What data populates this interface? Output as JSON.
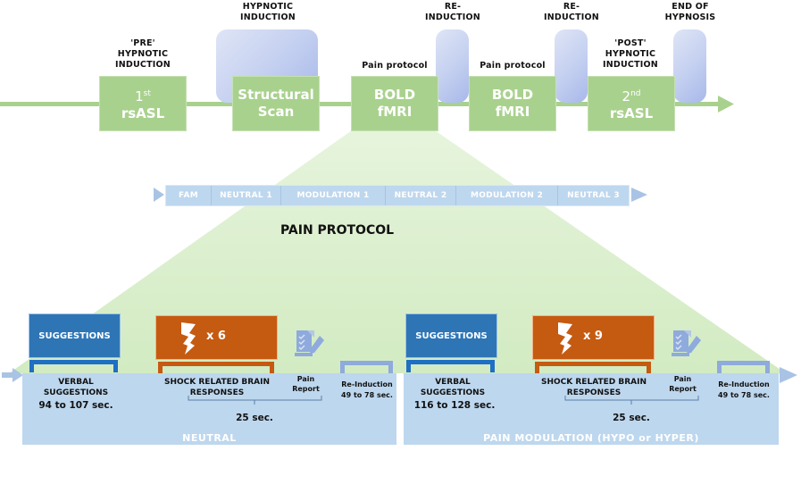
{
  "timeline": {
    "steps": [
      {
        "id": "rsasl1",
        "line1_num": "1",
        "line1_sup": "st",
        "line2": "rsASL",
        "caption": "'PRE'\nHYPNOTIC\nINDUCTION"
      },
      {
        "id": "structural",
        "line1": "Structural",
        "line2": "Scan"
      },
      {
        "id": "bold1",
        "line1": "BOLD",
        "line2": "fMRI",
        "caption": "Pain protocol"
      },
      {
        "id": "bold2",
        "line1": "BOLD",
        "line2": "fMRI",
        "caption": "Pain protocol"
      },
      {
        "id": "rsasl2",
        "line1_num": "2",
        "line1_sup": "nd",
        "line2": "rsASL",
        "caption": "'POST'\nHYPNOTIC\nINDUCTION"
      }
    ],
    "inductions": [
      {
        "id": "hypnotic-induction",
        "caption_l1": "HYPNOTIC",
        "caption_l2": "INDUCTION"
      },
      {
        "id": "re-induction-1",
        "caption_l1": "RE-",
        "caption_l2": "INDUCTION"
      },
      {
        "id": "re-induction-2",
        "caption_l1": "RE-",
        "caption_l2": "INDUCTION"
      },
      {
        "id": "end-of-hypnosis",
        "caption_l1": "END OF",
        "caption_l2": "HYPNOSIS"
      }
    ]
  },
  "protocol_bar": {
    "segments": [
      "FAM",
      "NEUTRAL 1",
      "MODULATION 1",
      "NEUTRAL 2",
      "MODULATION 2",
      "NEUTRAL 3"
    ],
    "title": "PAIN PROTOCOL"
  },
  "blocks": [
    {
      "id": "neutral",
      "suggestions_label": "SUGGESTIONS",
      "shock_count": "x 6",
      "verbal_l1": "VERBAL",
      "verbal_l2": "SUGGESTIONS",
      "verbal_duration": "94 to 107 sec.",
      "shock_l1": "SHOCK RELATED BRAIN",
      "shock_l2": "RESPONSES",
      "report_l1": "Pain",
      "report_l2": "Report",
      "trial_duration": "25 sec.",
      "reinduction_label": "Re-Induction",
      "reinduction_duration": "49 to 78 sec.",
      "title": "NEUTRAL"
    },
    {
      "id": "modulation",
      "suggestions_label": "SUGGESTIONS",
      "shock_count": "x 9",
      "verbal_l1": "VERBAL",
      "verbal_l2": "SUGGESTIONS",
      "verbal_duration": "116 to 128 sec.",
      "shock_l1": "SHOCK RELATED BRAIN",
      "shock_l2": "RESPONSES",
      "report_l1": "Pain",
      "report_l2": "Report",
      "trial_duration": "25 sec.",
      "reinduction_label": "Re-Induction",
      "reinduction_duration": "49 to 78 sec.",
      "title": "PAIN MODULATION (HYPO or HYPER)"
    }
  ],
  "colors": {
    "step_green": "#a9d18e",
    "cone_green": "#d5edc6",
    "panel_blue": "#bdd7ee",
    "suggestions_blue": "#2e75b6",
    "shock_orange": "#c55a11",
    "reinduction_blue": "#8faadc"
  }
}
